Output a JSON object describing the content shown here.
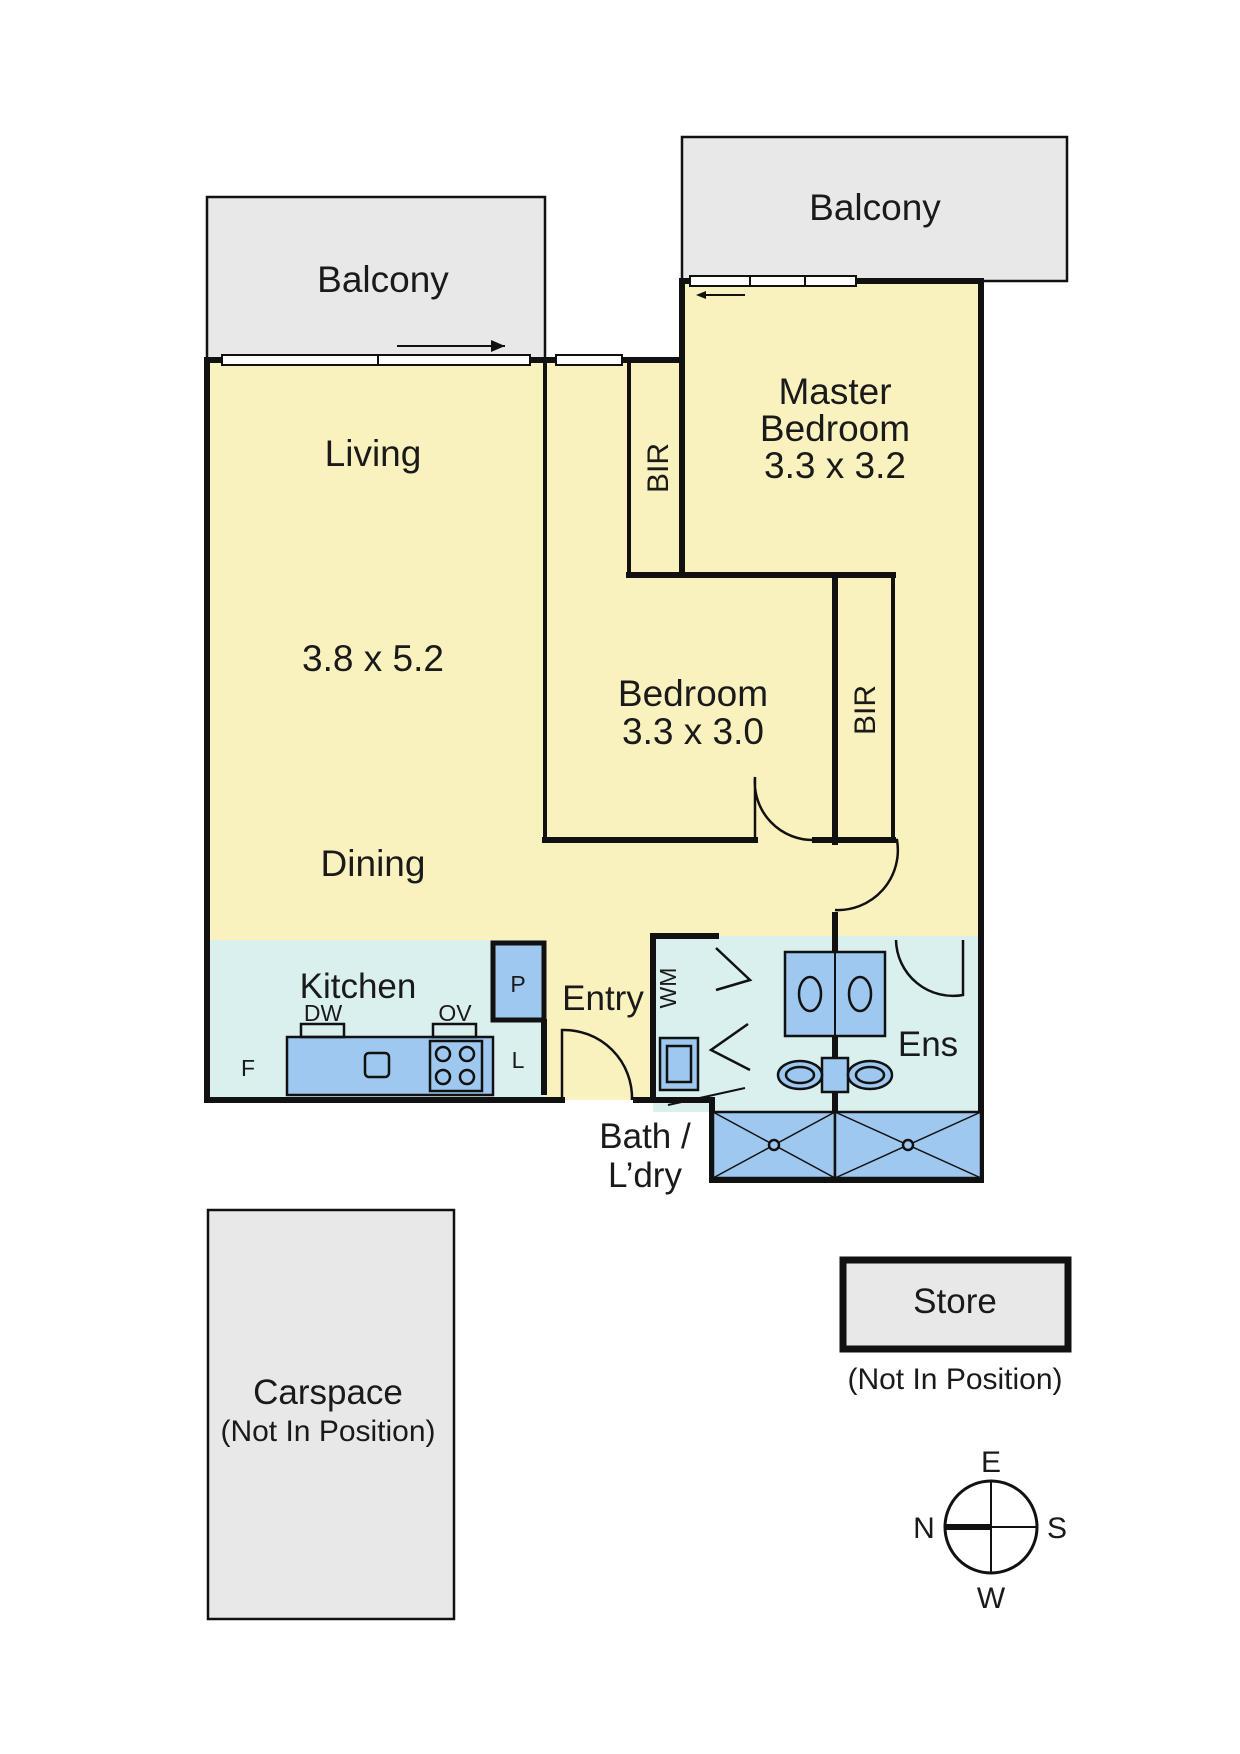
{
  "colors": {
    "room": "#faf2be",
    "wet": "#d9f0ef",
    "outdoor": "#e8e8e8",
    "fixture": "#9ec8ef",
    "wall": "#111111"
  },
  "rooms": {
    "balcony_left": "Balcony",
    "balcony_right": "Balcony",
    "living": "Living",
    "living_size": "3.8 x 5.2",
    "dining": "Dining",
    "master_line1": "Master",
    "master_line2": "Bedroom",
    "master_size": "3.3 x 3.2",
    "bedroom": "Bedroom",
    "bedroom_size": "3.3 x 3.0",
    "bir_1": "BIR",
    "bir_2": "BIR",
    "kitchen": "Kitchen",
    "entry": "Entry",
    "ens": "Ens",
    "bath_line1": "Bath /",
    "bath_line2": "L’dry"
  },
  "fixtures": {
    "dishwasher": "DW",
    "oven": "OV",
    "fridge": "F",
    "pantry": "P",
    "linen": "L",
    "washing_machine": "WM"
  },
  "outbuildings": {
    "store": "Store",
    "store_note": "(Not In Position)",
    "carspace": "Carspace",
    "carspace_note": "(Not In Position)"
  },
  "compass": {
    "top": "E",
    "left": "N",
    "right": "S",
    "bottom": "W"
  }
}
